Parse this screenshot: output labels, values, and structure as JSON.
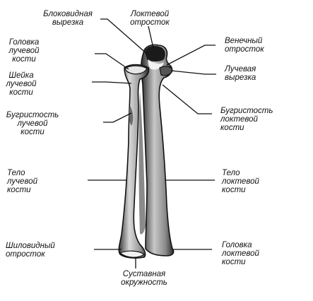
{
  "colors": {
    "ink": "#111111",
    "bone_light": "#d9d9d9",
    "bone_mid": "#9a9a9a",
    "bone_dark": "#3a3a3a",
    "background": "#ffffff"
  },
  "labels": {
    "trochlear_notch": [
      "Блоковидная",
      "вырезка"
    ],
    "olecranon": [
      "Локтевой",
      "отросток"
    ],
    "radial_head": [
      "Головка",
      "лучевой",
      "кости"
    ],
    "coronoid_process": [
      "Венечный",
      "отросток"
    ],
    "radial_neck": [
      "Шейка",
      "лучевой",
      "кости"
    ],
    "radial_notch": [
      "Лучевая",
      "вырезка"
    ],
    "radial_tuberosity": [
      "Бугристость",
      "лучевой",
      "кости"
    ],
    "ulnar_tuberosity": [
      "Бугристость",
      "локтевой",
      "кости"
    ],
    "radius_body": [
      "Тело",
      "лучевой",
      "кости"
    ],
    "ulna_body": [
      "Тело",
      "локтевой",
      "кости"
    ],
    "styloid_process": [
      "Шиловидный",
      "отросток"
    ],
    "ulna_head": [
      "Головка",
      "локтевой",
      "кости"
    ],
    "articular_circumference": [
      "Суставная",
      "окружность"
    ]
  }
}
